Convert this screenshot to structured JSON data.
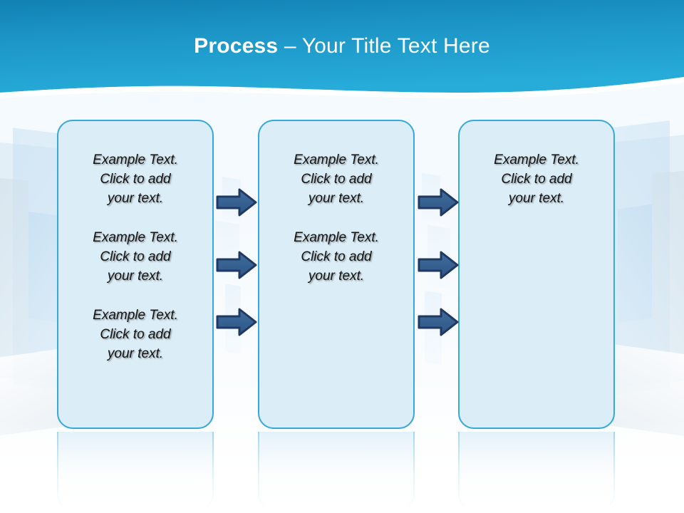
{
  "slide": {
    "title": {
      "strong": "Process",
      "rest": " – Your Title Text Here"
    },
    "theme": {
      "header_gradient_top": "#1b8cc0",
      "header_gradient_bottom": "#23a6d5",
      "box_fill": "#dbedf7",
      "box_border": "#35a8dc",
      "arrow_fill": "#35618f",
      "arrow_outline": "#1f3864",
      "title_color": "#ffffff",
      "body_text_color": "#111111",
      "background": "#f4fafd"
    },
    "columns": [
      {
        "name": "column-1",
        "blocks": [
          "Example Text.\nClick  to add\nyour text.",
          "Example Text.\nClick  to add\nyour text.",
          "Example Text.\nClick  to add\nyour text."
        ]
      },
      {
        "name": "column-2",
        "blocks": [
          "Example Text.\nClick  to add\nyour text.",
          "Example Text.\nClick  to add\nyour text."
        ]
      },
      {
        "name": "column-3",
        "blocks": [
          "Example Text.\nClick  to add\nyour text."
        ]
      }
    ],
    "connectors": {
      "gap_1_arrows": 3,
      "gap_2_arrows": 3,
      "icon": "right-arrow-icon"
    }
  }
}
